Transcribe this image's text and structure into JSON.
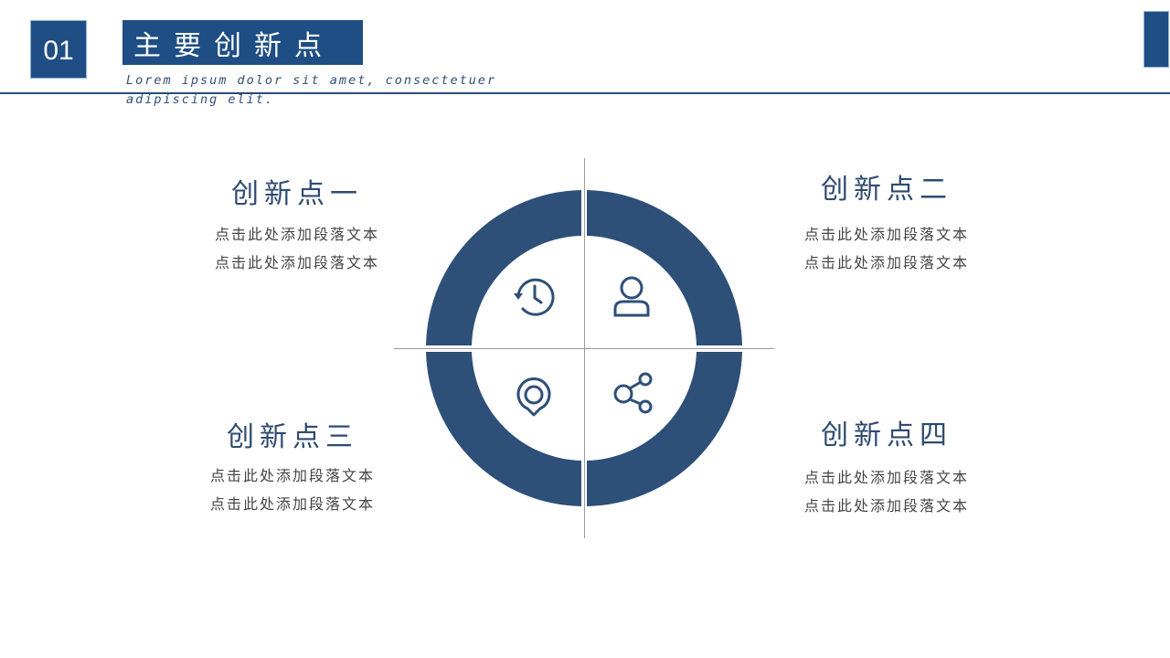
{
  "header": {
    "number": "01",
    "title": "主要创新点",
    "subtitle": "Lorem ipsum dolor sit amet, consectetuer adipiscing elit."
  },
  "colors": {
    "primary": "#1f4e85",
    "ring": "#2e4f78",
    "heading_text": "#2e4a70",
    "body_text": "#444444",
    "divider": "#9a9a9a"
  },
  "diagram": {
    "quadrants": [
      {
        "position": "top-left",
        "icon": "history-clock-icon"
      },
      {
        "position": "top-right",
        "icon": "user-icon"
      },
      {
        "position": "bottom-left",
        "icon": "location-pin-icon"
      },
      {
        "position": "bottom-right",
        "icon": "share-icon"
      }
    ]
  },
  "points": [
    {
      "title": "创新点一",
      "lines": [
        "点击此处添加段落文本",
        "点击此处添加段落文本"
      ]
    },
    {
      "title": "创新点二",
      "lines": [
        "点击此处添加段落文本",
        "点击此处添加段落文本"
      ]
    },
    {
      "title": "创新点三",
      "lines": [
        "点击此处添加段落文本",
        "点击此处添加段落文本"
      ]
    },
    {
      "title": "创新点四",
      "lines": [
        "点击此处添加段落文本",
        "点击此处添加段落文本"
      ]
    }
  ]
}
